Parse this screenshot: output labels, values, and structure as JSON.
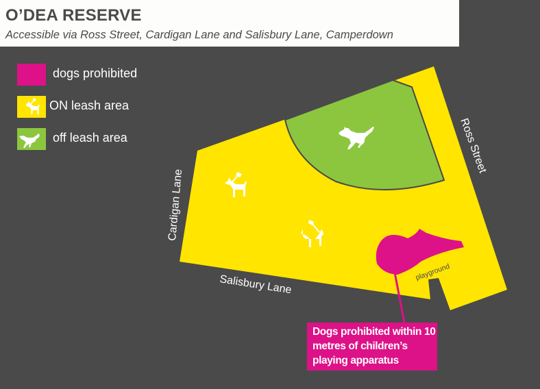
{
  "header": {
    "title": "O’DEA RESERVE",
    "subtitle": "Accessible via Ross Street, Cardigan Lane and Salisbury Lane, Camperdown"
  },
  "legend": {
    "items": [
      {
        "label": "dogs prohibited",
        "color": "#dd1188",
        "icon": "none"
      },
      {
        "label": "ON leash area",
        "color": "#ffe500",
        "icon": "leashed-dog-icon"
      },
      {
        "label": "off leash area",
        "color": "#8cc63f",
        "icon": "running-dog-icon"
      }
    ]
  },
  "map": {
    "streets": {
      "ross": "Ross Street",
      "cardigan": "Cardigan Lane",
      "salisbury": "Salisbury Lane"
    },
    "playground_label": "playground",
    "colors": {
      "background": "#4a4a4a",
      "on_leash": "#ffe500",
      "off_leash": "#8cc63f",
      "prohibited": "#dd1188"
    }
  },
  "callout": {
    "text": "Dogs prohibited within 10 metres of children’s playing apparatus"
  }
}
